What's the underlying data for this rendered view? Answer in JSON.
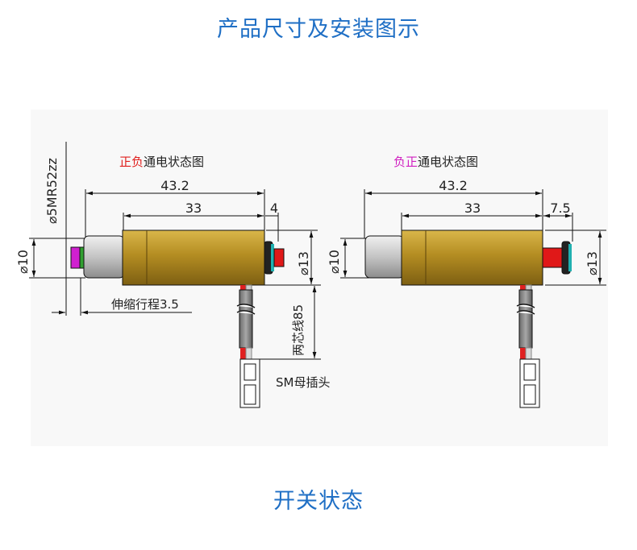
{
  "title": "产品尺寸及安装图示",
  "footer_title": "开关状态",
  "left": {
    "state_label_prefix": "正负",
    "state_label_suffix": "通电状态图",
    "prefix_color": "#e0201e",
    "dim_total": "43.2",
    "dim_body": "33",
    "dim_tip": "4",
    "dim_d10": "⌀10",
    "dim_d13": "⌀13",
    "dim_thread": "⌀5MR52zz",
    "stroke_label": "伸缩行程3.5",
    "wire_label": "两芯线85",
    "plug_label": "SM母插头"
  },
  "right": {
    "state_label_prefix": "负正",
    "state_label_suffix": "通电状态图",
    "prefix_color": "#d020c0",
    "dim_total": "43.2",
    "dim_body": "33",
    "dim_tip": "7.5",
    "dim_d10": "⌀10",
    "dim_d13": "⌀13"
  },
  "colors": {
    "title": "#1f6fc5",
    "body": "#b08a1e",
    "plunger": "#c8c8c8",
    "wire_red": "#e02020",
    "magenta_cap": "#d020d0",
    "red_cap": "#e01818",
    "teal_washer": "#20b0b0"
  }
}
